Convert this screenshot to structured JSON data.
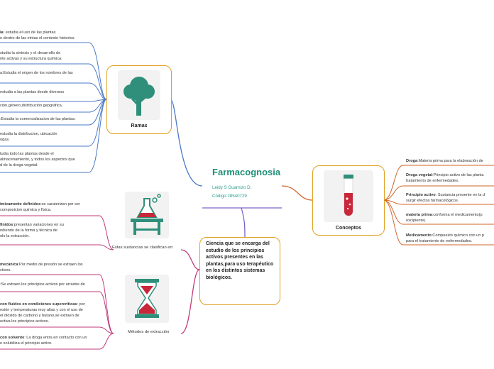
{
  "center": {
    "title": "Farmacognosia",
    "author": "Leidy S Guarnizo D.",
    "code": "Código:28540729"
  },
  "description": "Ciencia que se encarga del estudio de los principios activos presentes en las plantas,para uso terapéutico en los distintos sistemas biológicos.",
  "ramas": {
    "label": "Ramas",
    "icon": "tree-icon",
    "items": [
      {
        "bold": "ia",
        "text": ": estudia el uso de las plantas",
        "line2": "e dentro de las etnias el contexto historico."
      },
      {
        "bold": "",
        "text": "studia la sintesis y el desarrollo de",
        "line2": "nte activas y su estructura química."
      },
      {
        "bold": "",
        "text": "a:Estudia el origen de los nombres de las",
        "line2": ""
      },
      {
        "bold": "",
        "text": "estudia a las plantas desde diversos",
        "line2": ""
      },
      {
        "bold": "",
        "text": "ción,género,distribución gepgráfica.",
        "line2": ""
      },
      {
        "bold": "",
        "text": ":Estudia la comercializacion de las plantas.",
        "line2": ""
      },
      {
        "bold": "",
        "text": "estudia la distribucion, ubicación",
        "line2": "ogas."
      },
      {
        "bold": "",
        "text": "tudia todo las plantas desde el",
        "line2": "almacenamiento, y todos los aspectos que",
        "line3": "d de la droga vegetal."
      }
    ]
  },
  "conceptos": {
    "label": "Conceptos",
    "icon": "test-tube-icon",
    "items": [
      {
        "bold": "Droga",
        "text": ":Materia prima para la elaboración de",
        "line2": ""
      },
      {
        "bold": "Droga vegetal",
        "text": ":Principio activo de las planta",
        "line2": "tratamiento de enfermedades."
      },
      {
        "bold": "Principio activo",
        "text": ": Sustancia presente en la d",
        "line2": "surgir efectos farmacológicos."
      },
      {
        "bold": "materia prima",
        "text": ":conforma el medicamento(p",
        "line2": "excipiente)."
      },
      {
        "bold": "Medicamento",
        "text": ":Compuesto químico con un p",
        "line2": "para el tratamiento de enfermedades."
      }
    ]
  },
  "sustancias": {
    "label": "Estas sustancias se clasifican en:",
    "icon": "flask-icon",
    "items": [
      {
        "bold": "imicamente definidos",
        "text": ":se caraterizan por ser",
        "line2": "composicion quimica y física."
      },
      {
        "bold": "finidos",
        "text": ":presentan variaciones en su",
        "line2": "ndiendo de la forma y técnica de",
        "line3": "olo la extracción."
      }
    ]
  },
  "metodos": {
    "label": "Métodos de extracción",
    "icon": "hourglass-icon",
    "items": [
      {
        "bold": "mecánica",
        "text": ":Por medio de presión se extraen los",
        "line2": "ctivos."
      },
      {
        "bold": "",
        "text": ":Se extraen los principios activos por arrastre de",
        "line2": ""
      },
      {
        "bold": "con fluidos en condiciones supercríticas",
        "text": ": por",
        "line2": "esión y temperaturas muy altas y con el uso de",
        "line3": "el dióxido de carbono y butano,se extraen de",
        "line4": "ectiva los principios activos."
      },
      {
        "bold": "con solvente",
        "text": ": La droga entra en contacto con un",
        "line2": "e solubiliza el principio activo."
      }
    ]
  },
  "colors": {
    "main_line": "#7f63c9",
    "ramas_line": "#4a79c9",
    "conceptos_line": "#d1662a",
    "lower_line": "#c13a7a",
    "node_border": "#e0a020",
    "accent_green": "#1f8f77"
  }
}
